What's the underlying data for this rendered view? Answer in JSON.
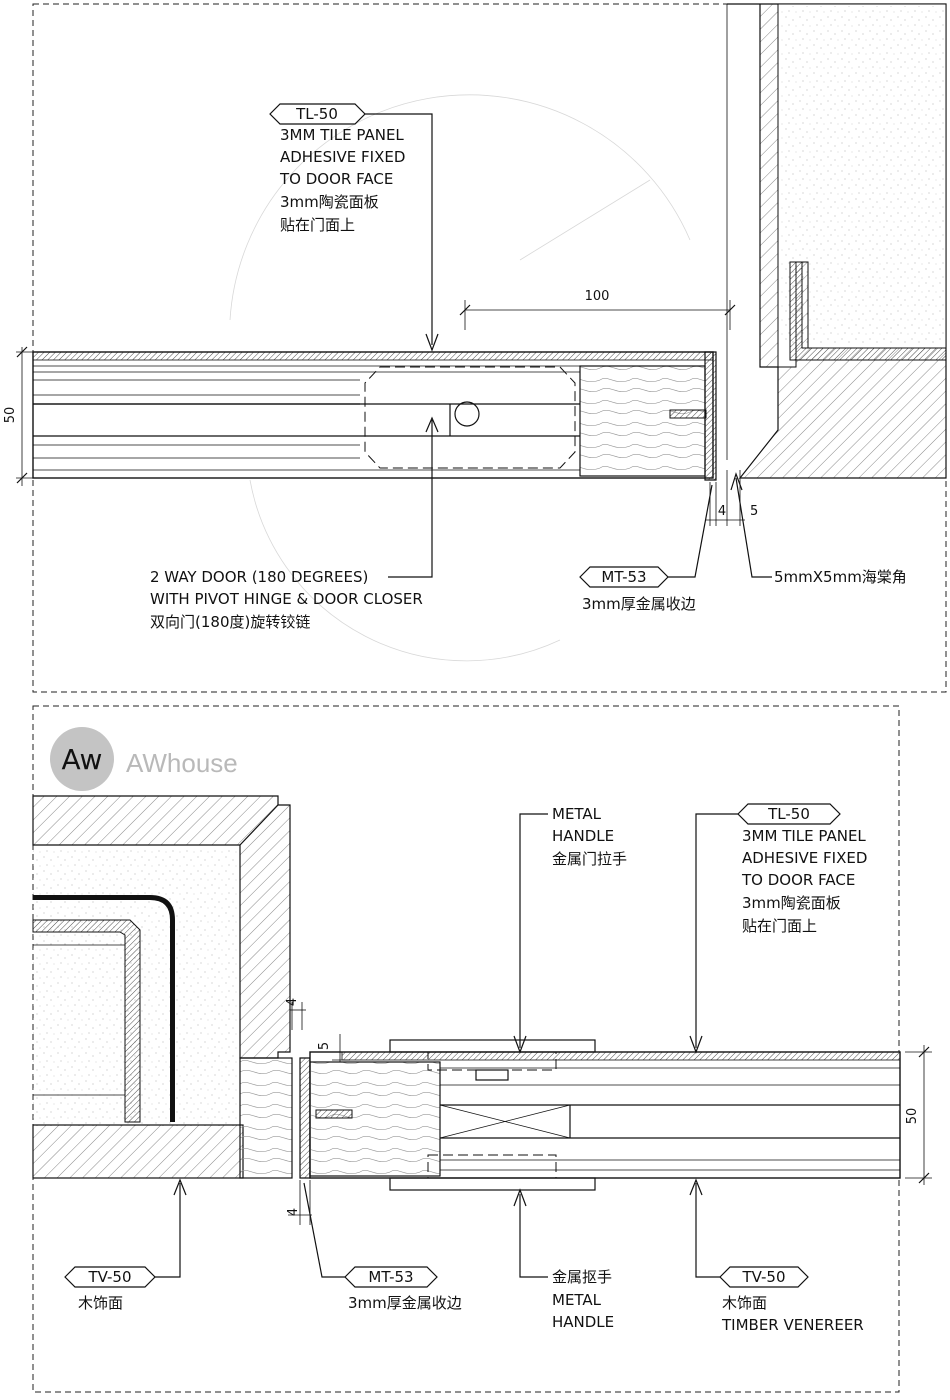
{
  "logo": {
    "text": "AWhouse",
    "mark": "Aw"
  },
  "top_detail": {
    "tl_tag": "TL-50",
    "tl_text": [
      "3MM TILE PANEL",
      "ADHESIVE FIXED",
      "TO DOOR FACE",
      "3mm陶瓷面板",
      "贴在门面上"
    ],
    "dim_100": "100",
    "dim_50": "50",
    "dim_4": "4",
    "dim_5": "5",
    "hinge_text": [
      "2 WAY DOOR (180 DEGREES)",
      "WITH PIVOT HINGE & DOOR CLOSER",
      "双向门(180度)旋转铰链"
    ],
    "mt_tag": "MT-53",
    "mt_text": "3mm厚金属收边",
    "chamfer_text": "5mmX5mm海棠角"
  },
  "bottom_detail": {
    "handle_text": [
      "METAL",
      "HANDLE",
      "金属门拉手"
    ],
    "tl_tag": "TL-50",
    "tl_text": [
      "3MM TILE PANEL",
      "ADHESIVE FIXED",
      "TO DOOR FACE",
      "3mm陶瓷面板",
      "贴在门面上"
    ],
    "dim_4_top": "4",
    "dim_5": "5",
    "dim_50": "50",
    "dim_4_bottom": "4",
    "tv_left_tag": "TV-50",
    "tv_left_text": "木饰面",
    "mt_tag": "MT-53",
    "mt_text": "3mm厚金属收边",
    "pull_text": [
      "金属抠手",
      "METAL",
      "HANDLE"
    ],
    "tv_right_tag": "TV-50",
    "tv_right_text": [
      "木饰面",
      "TIMBER VENEREER"
    ]
  }
}
